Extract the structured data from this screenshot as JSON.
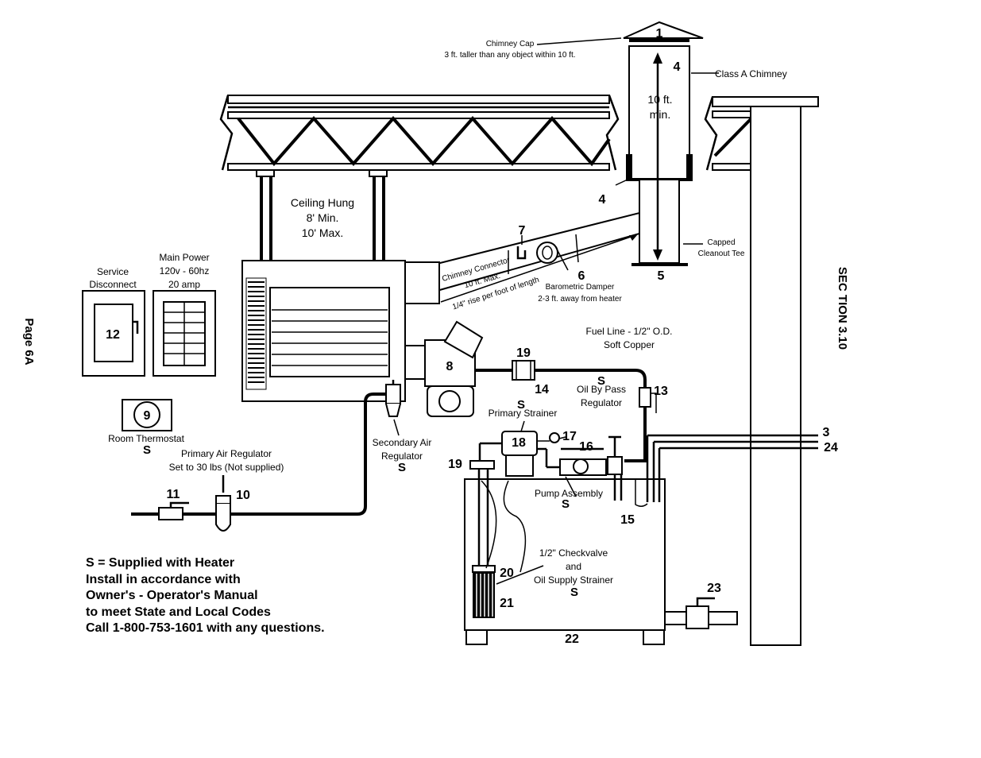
{
  "page_label": "Page 6A",
  "section_label": "SEC TION 3.10",
  "chimney": {
    "cap_label": "Chimney Cap",
    "cap_note": "3 ft. taller than any object within 10 ft.",
    "class_label": "Class A Chimney",
    "height_line1": "10 ft.",
    "height_line2": "min.",
    "cleanout_line1": "Capped",
    "cleanout_line2": "Cleanout Tee"
  },
  "connector": {
    "line1": "Chimney Connector",
    "line2": "10 ft. Max.",
    "rise": "1/4\" rise per foot of length"
  },
  "damper": {
    "line1": "Barometric Damper",
    "line2": "2-3 ft. away from heater"
  },
  "ceiling": {
    "line1": "Ceiling Hung",
    "line2": "8' Min.",
    "line3": "10' Max."
  },
  "service": {
    "line1": "Service",
    "line2": "Disconnect"
  },
  "power": {
    "line1": "Main Power",
    "line2": "120v - 60hz",
    "line3": "20 amp"
  },
  "thermostat": "Room Thermostat",
  "primary_air": {
    "line1": "Primary Air Regulator",
    "line2": "Set to 30 lbs (Not supplied)"
  },
  "secondary_air": {
    "line1": "Secondary Air",
    "line2": "Regulator"
  },
  "fuel_line": {
    "line1": "Fuel Line - 1/2\" O.D.",
    "line2": "Soft Copper"
  },
  "bypass": {
    "line1": "Oil By Pass",
    "line2": "Regulator"
  },
  "primary_strainer": "Primary Strainer",
  "pump_assembly": "Pump Assembly",
  "checkvalve": {
    "line1": "1/2\" Checkvalve",
    "line2": "and",
    "line3": "Oil Supply Strainer"
  },
  "supplied_marker": "S",
  "notes": [
    "S = Supplied with Heater",
    "Install in accordance with",
    "Owner's - Operator's Manual",
    "to meet State and Local Codes",
    "Call 1-800-753-1601 with any questions."
  ],
  "callouts": {
    "n1": "1",
    "n3": "3",
    "n4a": "4",
    "n4b": "4",
    "n5": "5",
    "n6": "6",
    "n7": "7",
    "n8": "8",
    "n9": "9",
    "n10": "10",
    "n11": "11",
    "n12": "12",
    "n13": "13",
    "n14": "14",
    "n15": "15",
    "n16": "16",
    "n17": "17",
    "n18": "18",
    "n19a": "19",
    "n19b": "19",
    "n20": "20",
    "n21": "21",
    "n22": "22",
    "n23": "23",
    "n24": "24"
  }
}
